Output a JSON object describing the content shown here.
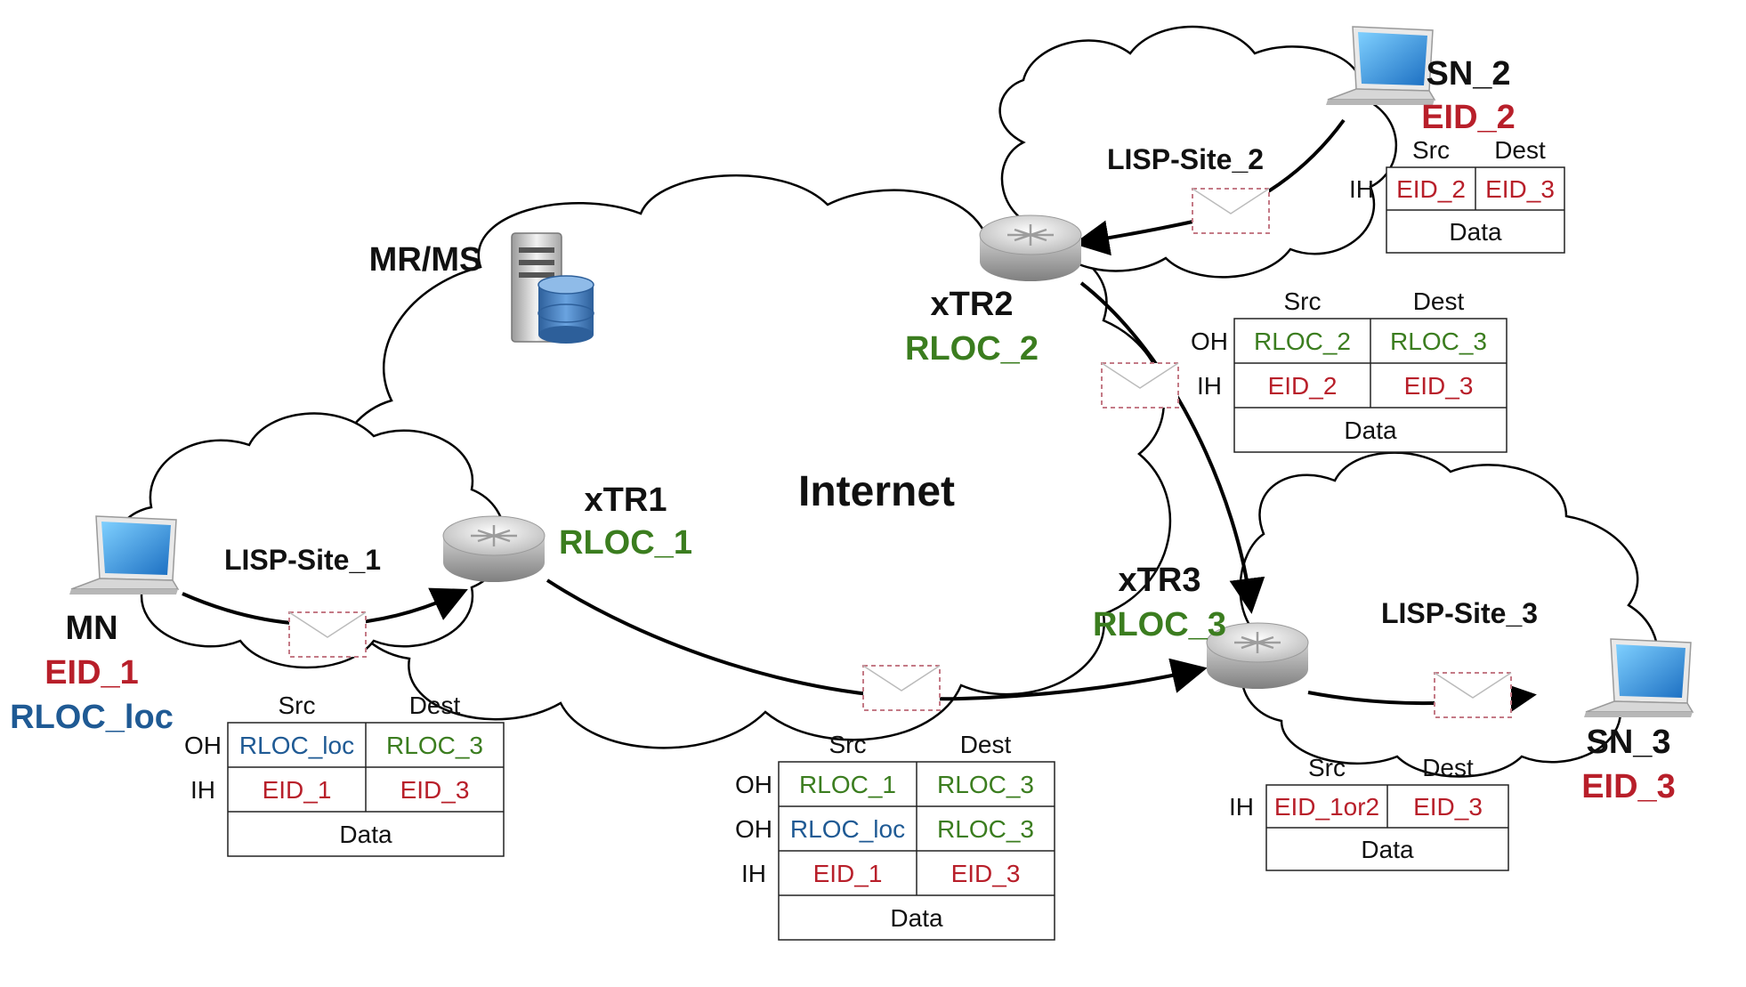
{
  "colors": {
    "eid": "#b81f2a",
    "rloc": "#3b7d1f",
    "loc": "#1f5a94",
    "black": "#111111"
  },
  "labels": {
    "internet": "Internet",
    "site1": "LISP-Site_1",
    "site2": "LISP-Site_2",
    "site3": "LISP-Site_3",
    "mrms": "MR/MS",
    "xtr1": "xTR1",
    "xtr1_rloc": "RLOC_1",
    "xtr2": "xTR2",
    "xtr2_rloc": "RLOC_2",
    "xtr3": "xTR3",
    "xtr3_rloc": "RLOC_3",
    "mn": "MN",
    "mn_eid": "EID_1",
    "mn_rloc": "RLOC_loc",
    "sn2": "SN_2",
    "sn2_eid": "EID_2",
    "sn3": "SN_3",
    "sn3_eid": "EID_3"
  },
  "tables": {
    "t1": {
      "src": "Src",
      "dest": "Dest",
      "data": "Data",
      "rows": [
        {
          "label": "OH",
          "src": "RLOC_loc",
          "dest": "RLOC_3"
        },
        {
          "label": "IH",
          "src": "EID_1",
          "dest": "EID_3"
        }
      ]
    },
    "t2": {
      "src": "Src",
      "dest": "Dest",
      "data": "Data",
      "rows": [
        {
          "label": "OH",
          "src": "RLOC_1",
          "dest": "RLOC_3"
        },
        {
          "label": "OH",
          "src": "RLOC_loc",
          "dest": "RLOC_3"
        },
        {
          "label": "IH",
          "src": "EID_1",
          "dest": "EID_3"
        }
      ]
    },
    "t3": {
      "src": "Src",
      "dest": "Dest",
      "data": "Data",
      "rows": [
        {
          "label": "IH",
          "src": "EID_1or2",
          "dest": "EID_3"
        }
      ]
    },
    "t4": {
      "src": "Src",
      "dest": "Dest",
      "data": "Data",
      "rows": [
        {
          "label": "IH",
          "src": "EID_2",
          "dest": "EID_3"
        }
      ]
    },
    "t5": {
      "src": "Src",
      "dest": "Dest",
      "data": "Data",
      "rows": [
        {
          "label": "OH",
          "src": "RLOC_2",
          "dest": "RLOC_3"
        },
        {
          "label": "IH",
          "src": "EID_2",
          "dest": "EID_3"
        }
      ]
    }
  }
}
